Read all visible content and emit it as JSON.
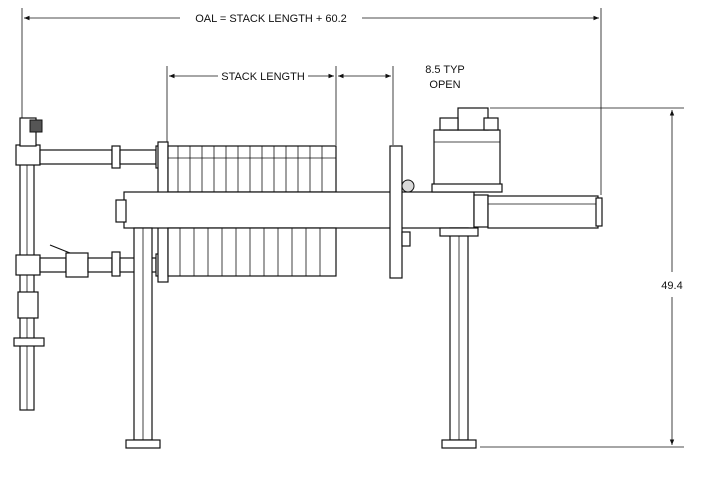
{
  "dimensions": {
    "oal": "OAL = STACK LENGTH + 60.2",
    "stack_length": "STACK LENGTH",
    "open_line1": "8.5 TYP",
    "open_line2": "OPEN",
    "height": "49.4"
  },
  "colors": {
    "line": "#111111",
    "background": "#ffffff",
    "shade": "#d9d9d9"
  }
}
